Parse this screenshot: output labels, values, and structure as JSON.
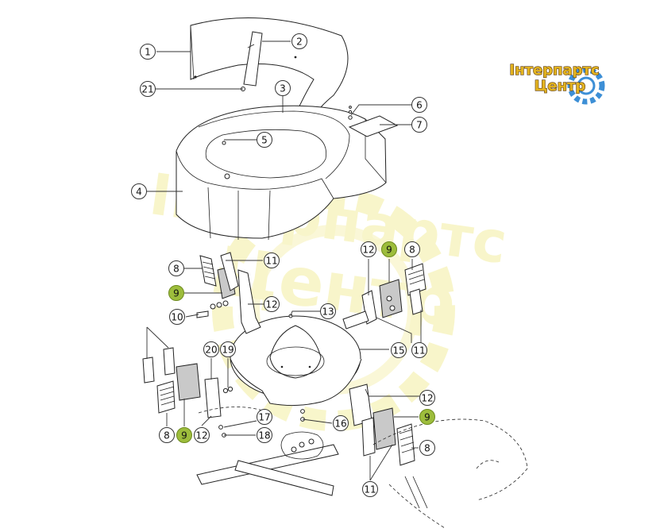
{
  "logo": {
    "line1": "Інтерпартс",
    "line2": "Центр",
    "text_color": "#e3b320",
    "outline_color": "#5a3a10",
    "gear_color": "#3d8fd6"
  },
  "watermark": {
    "line1": "Інтерпартс",
    "line2": "Центр",
    "color": "#f3eea0"
  },
  "highlight_color": "#9dbd3c",
  "callouts": [
    {
      "id": "c-1",
      "label": "1",
      "highlight": false
    },
    {
      "id": "c-2",
      "label": "2",
      "highlight": false
    },
    {
      "id": "c-21",
      "label": "21",
      "highlight": false
    },
    {
      "id": "c-3",
      "label": "3",
      "highlight": false
    },
    {
      "id": "c-6",
      "label": "6",
      "highlight": false
    },
    {
      "id": "c-7",
      "label": "7",
      "highlight": false
    },
    {
      "id": "c-5",
      "label": "5",
      "highlight": false
    },
    {
      "id": "c-4",
      "label": "4",
      "highlight": false
    },
    {
      "id": "c-8a",
      "label": "8",
      "highlight": false
    },
    {
      "id": "c-11a",
      "label": "11",
      "highlight": false
    },
    {
      "id": "c-9a",
      "label": "9",
      "highlight": true
    },
    {
      "id": "c-12a",
      "label": "12",
      "highlight": false
    },
    {
      "id": "c-10",
      "label": "10",
      "highlight": false
    },
    {
      "id": "c-13",
      "label": "13",
      "highlight": false
    },
    {
      "id": "c-12b",
      "label": "12",
      "highlight": false
    },
    {
      "id": "c-9b",
      "label": "9",
      "highlight": true
    },
    {
      "id": "c-8b",
      "label": "8",
      "highlight": false
    },
    {
      "id": "c-15",
      "label": "15",
      "highlight": false
    },
    {
      "id": "c-11b",
      "label": "11",
      "highlight": false
    },
    {
      "id": "c-11c",
      "label": "11",
      "highlight": false
    },
    {
      "id": "c-20",
      "label": "20",
      "highlight": false
    },
    {
      "id": "c-19",
      "label": "19",
      "highlight": false
    },
    {
      "id": "c-12c",
      "label": "12",
      "highlight": false
    },
    {
      "id": "c-9c",
      "label": "9",
      "highlight": true
    },
    {
      "id": "c-17",
      "label": "17",
      "highlight": false
    },
    {
      "id": "c-16",
      "label": "16",
      "highlight": false
    },
    {
      "id": "c-18",
      "label": "18",
      "highlight": false
    },
    {
      "id": "c-8c",
      "label": "8",
      "highlight": false
    },
    {
      "id": "c-9d",
      "label": "9",
      "highlight": true
    },
    {
      "id": "c-12d",
      "label": "12",
      "highlight": false
    },
    {
      "id": "c-8d",
      "label": "8",
      "highlight": false
    },
    {
      "id": "c-11d",
      "label": "11",
      "highlight": false
    }
  ]
}
